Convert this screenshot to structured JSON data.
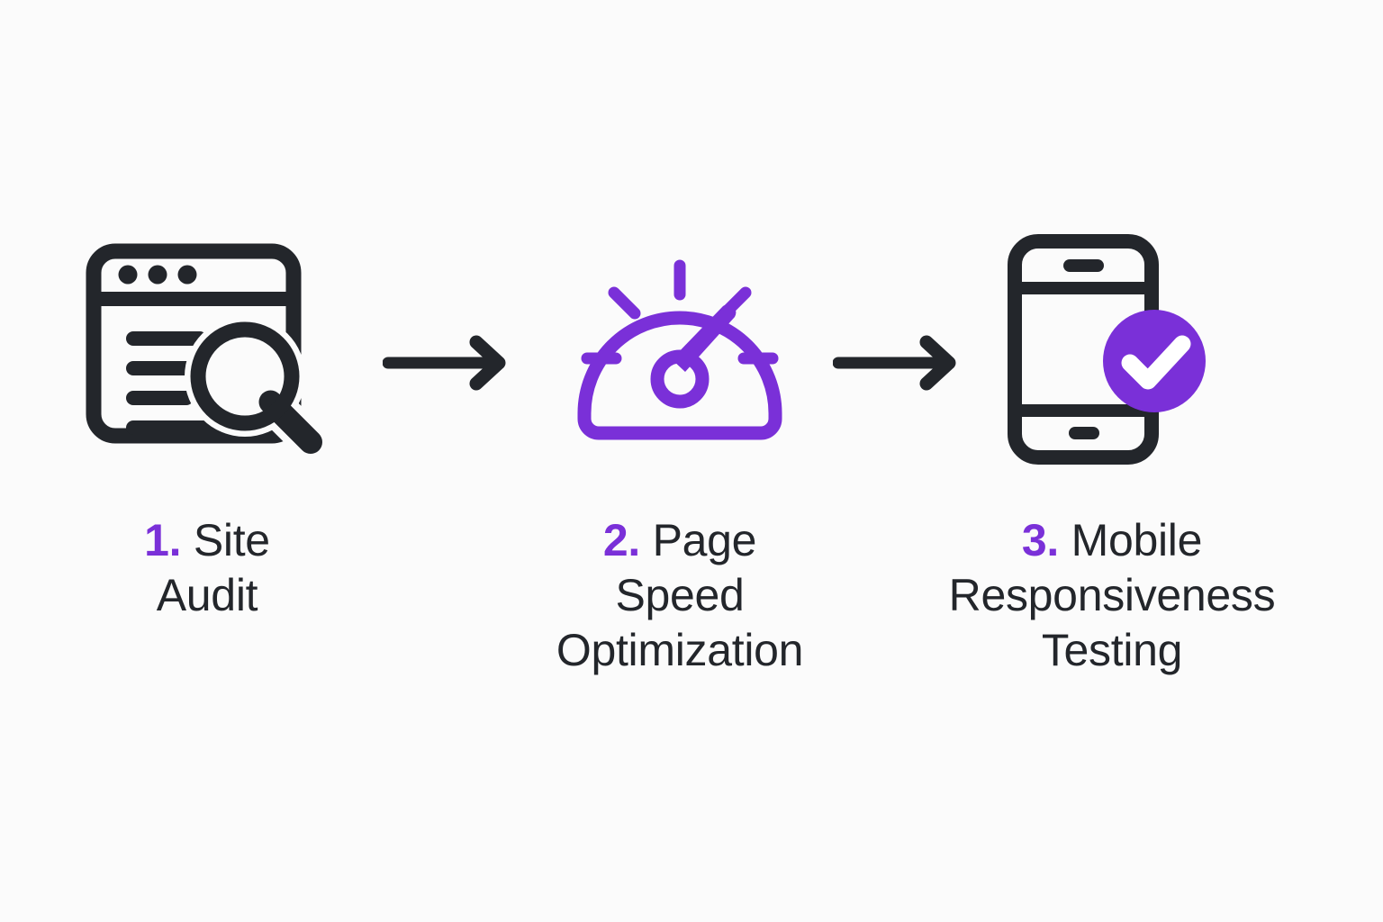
{
  "theme": {
    "background": "#fbfbfb",
    "ink": "#23262b",
    "accent": "#7a30d8",
    "white": "#ffffff"
  },
  "diagram": {
    "type": "process-flow",
    "orientation": "horizontal",
    "step_count": 3,
    "connector": "arrow-right"
  },
  "steps": [
    {
      "number": "1.",
      "line1": "Site",
      "line2": "Audit",
      "icon": "browser-window-search-icon",
      "icon_color": "#23262b"
    },
    {
      "number": "2.",
      "line1": "Page Speed",
      "line2": "Optimization",
      "icon": "speedometer-icon",
      "icon_color": "#7a30d8"
    },
    {
      "number": "3.",
      "line1": "Mobile",
      "line2": "Responsiveness",
      "line3": "Testing",
      "icon": "mobile-phone-check-icon",
      "icon_color": "#23262b",
      "badge_color": "#7a30d8"
    }
  ],
  "connectors": [
    {
      "name": "arrow-step1-to-step2",
      "glyph": "arrow-right-icon",
      "color": "#23262b"
    },
    {
      "name": "arrow-step2-to-step3",
      "glyph": "arrow-right-icon",
      "color": "#23262b"
    }
  ]
}
